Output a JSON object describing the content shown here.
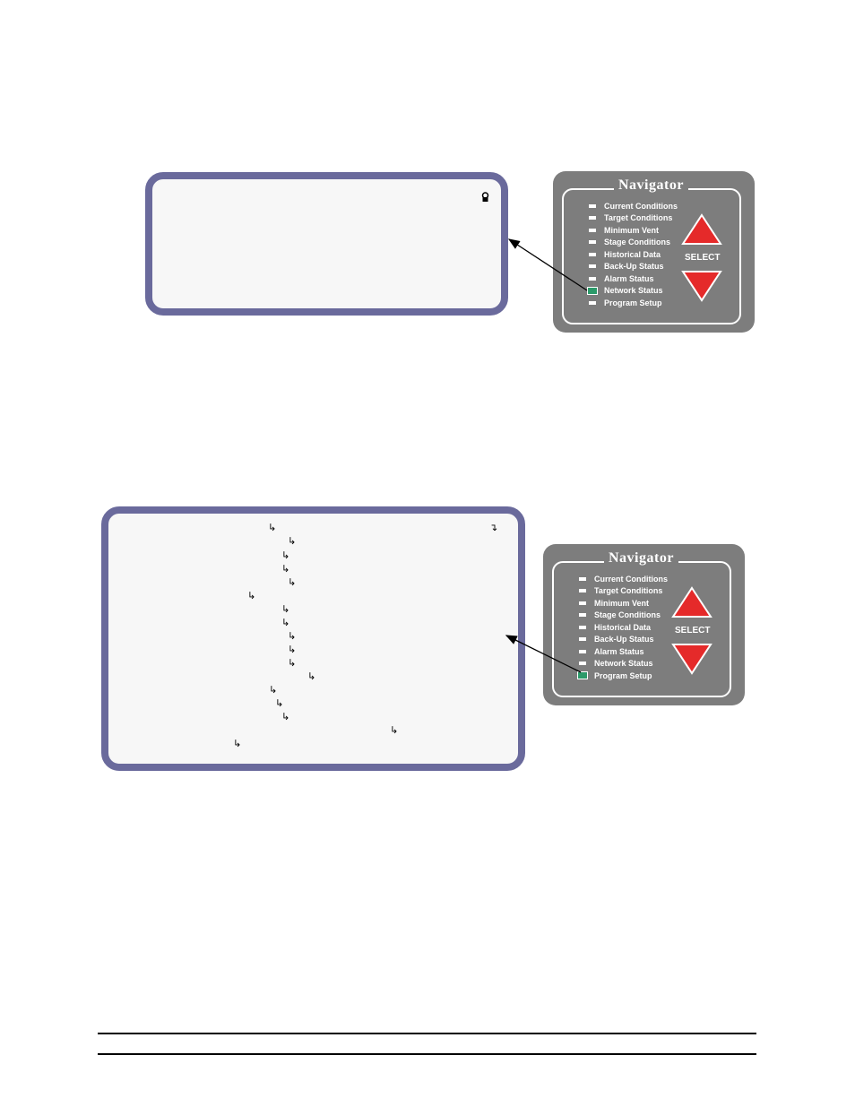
{
  "figure1": {
    "lcd": {
      "icon": "lock-icon"
    },
    "navigator": {
      "title": "Navigator",
      "select_label": "SELECT",
      "items": [
        {
          "label": "Current Conditions",
          "active": false
        },
        {
          "label": "Target Conditions",
          "active": false
        },
        {
          "label": "Minimum Vent",
          "active": false
        },
        {
          "label": "Stage Conditions",
          "active": false
        },
        {
          "label": "Historical Data",
          "active": false
        },
        {
          "label": "Back-Up Status",
          "active": false
        },
        {
          "label": "Alarm Status",
          "active": false
        },
        {
          "label": "Network Status",
          "active": true
        },
        {
          "label": "Program Setup",
          "active": false
        }
      ]
    }
  },
  "figure2": {
    "lcd": {
      "arrow_glyph": "↳",
      "corner_glyph": "↴"
    },
    "navigator": {
      "title": "Navigator",
      "select_label": "SELECT",
      "items": [
        {
          "label": "Current Conditions",
          "active": false
        },
        {
          "label": "Target Conditions",
          "active": false
        },
        {
          "label": "Minimum Vent",
          "active": false
        },
        {
          "label": "Stage Conditions",
          "active": false
        },
        {
          "label": "Historical Data",
          "active": false
        },
        {
          "label": "Back-Up Status",
          "active": false
        },
        {
          "label": "Alarm Status",
          "active": false
        },
        {
          "label": "Network Status",
          "active": false
        },
        {
          "label": "Program Setup",
          "active": true
        }
      ]
    }
  },
  "colors": {
    "lcd_border": "#6a6a9c",
    "lcd_background": "#f7f7f7",
    "navigator_panel": "#7d7d7d",
    "select_button": "#e52a2a",
    "active_led": "#2c9a6a"
  }
}
